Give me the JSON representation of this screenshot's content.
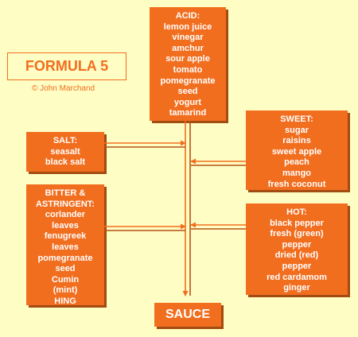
{
  "title": "FORMULA 5",
  "copyright": "© John Marchand",
  "boxes": {
    "acid": {
      "heading": "ACID:",
      "items": [
        "lemon juice",
        "vinegar",
        "amchur",
        "sour apple",
        "tomato",
        "pomegranate",
        "seed",
        "yogurt",
        "tamarind"
      ]
    },
    "sweet": {
      "heading": "SWEET:",
      "items": [
        "sugar",
        "raisins",
        "sweet apple",
        "peach",
        "mango",
        "fresh coconut"
      ]
    },
    "salt": {
      "heading": "SALT:",
      "items": [
        "seasalt",
        "black salt"
      ]
    },
    "bitter": {
      "heading": "BITTER &",
      "heading2": "ASTRINGENT:",
      "items": [
        "corlander",
        "leaves",
        "fenugreek",
        "leaves",
        "pomegranate",
        "seed",
        "Cumin",
        "(mint)",
        "HING"
      ]
    },
    "hot": {
      "heading": "HOT:",
      "items": [
        "black pepper",
        "fresh (green)",
        "pepper",
        "dried (red)",
        "pepper",
        "red cardamom",
        "ginger"
      ]
    },
    "sauce": {
      "label": "SAUCE"
    }
  },
  "colors": {
    "background": "#fefdc4",
    "box": "#f26e1f",
    "shadow": "#a24c12",
    "text": "#ffffff"
  }
}
